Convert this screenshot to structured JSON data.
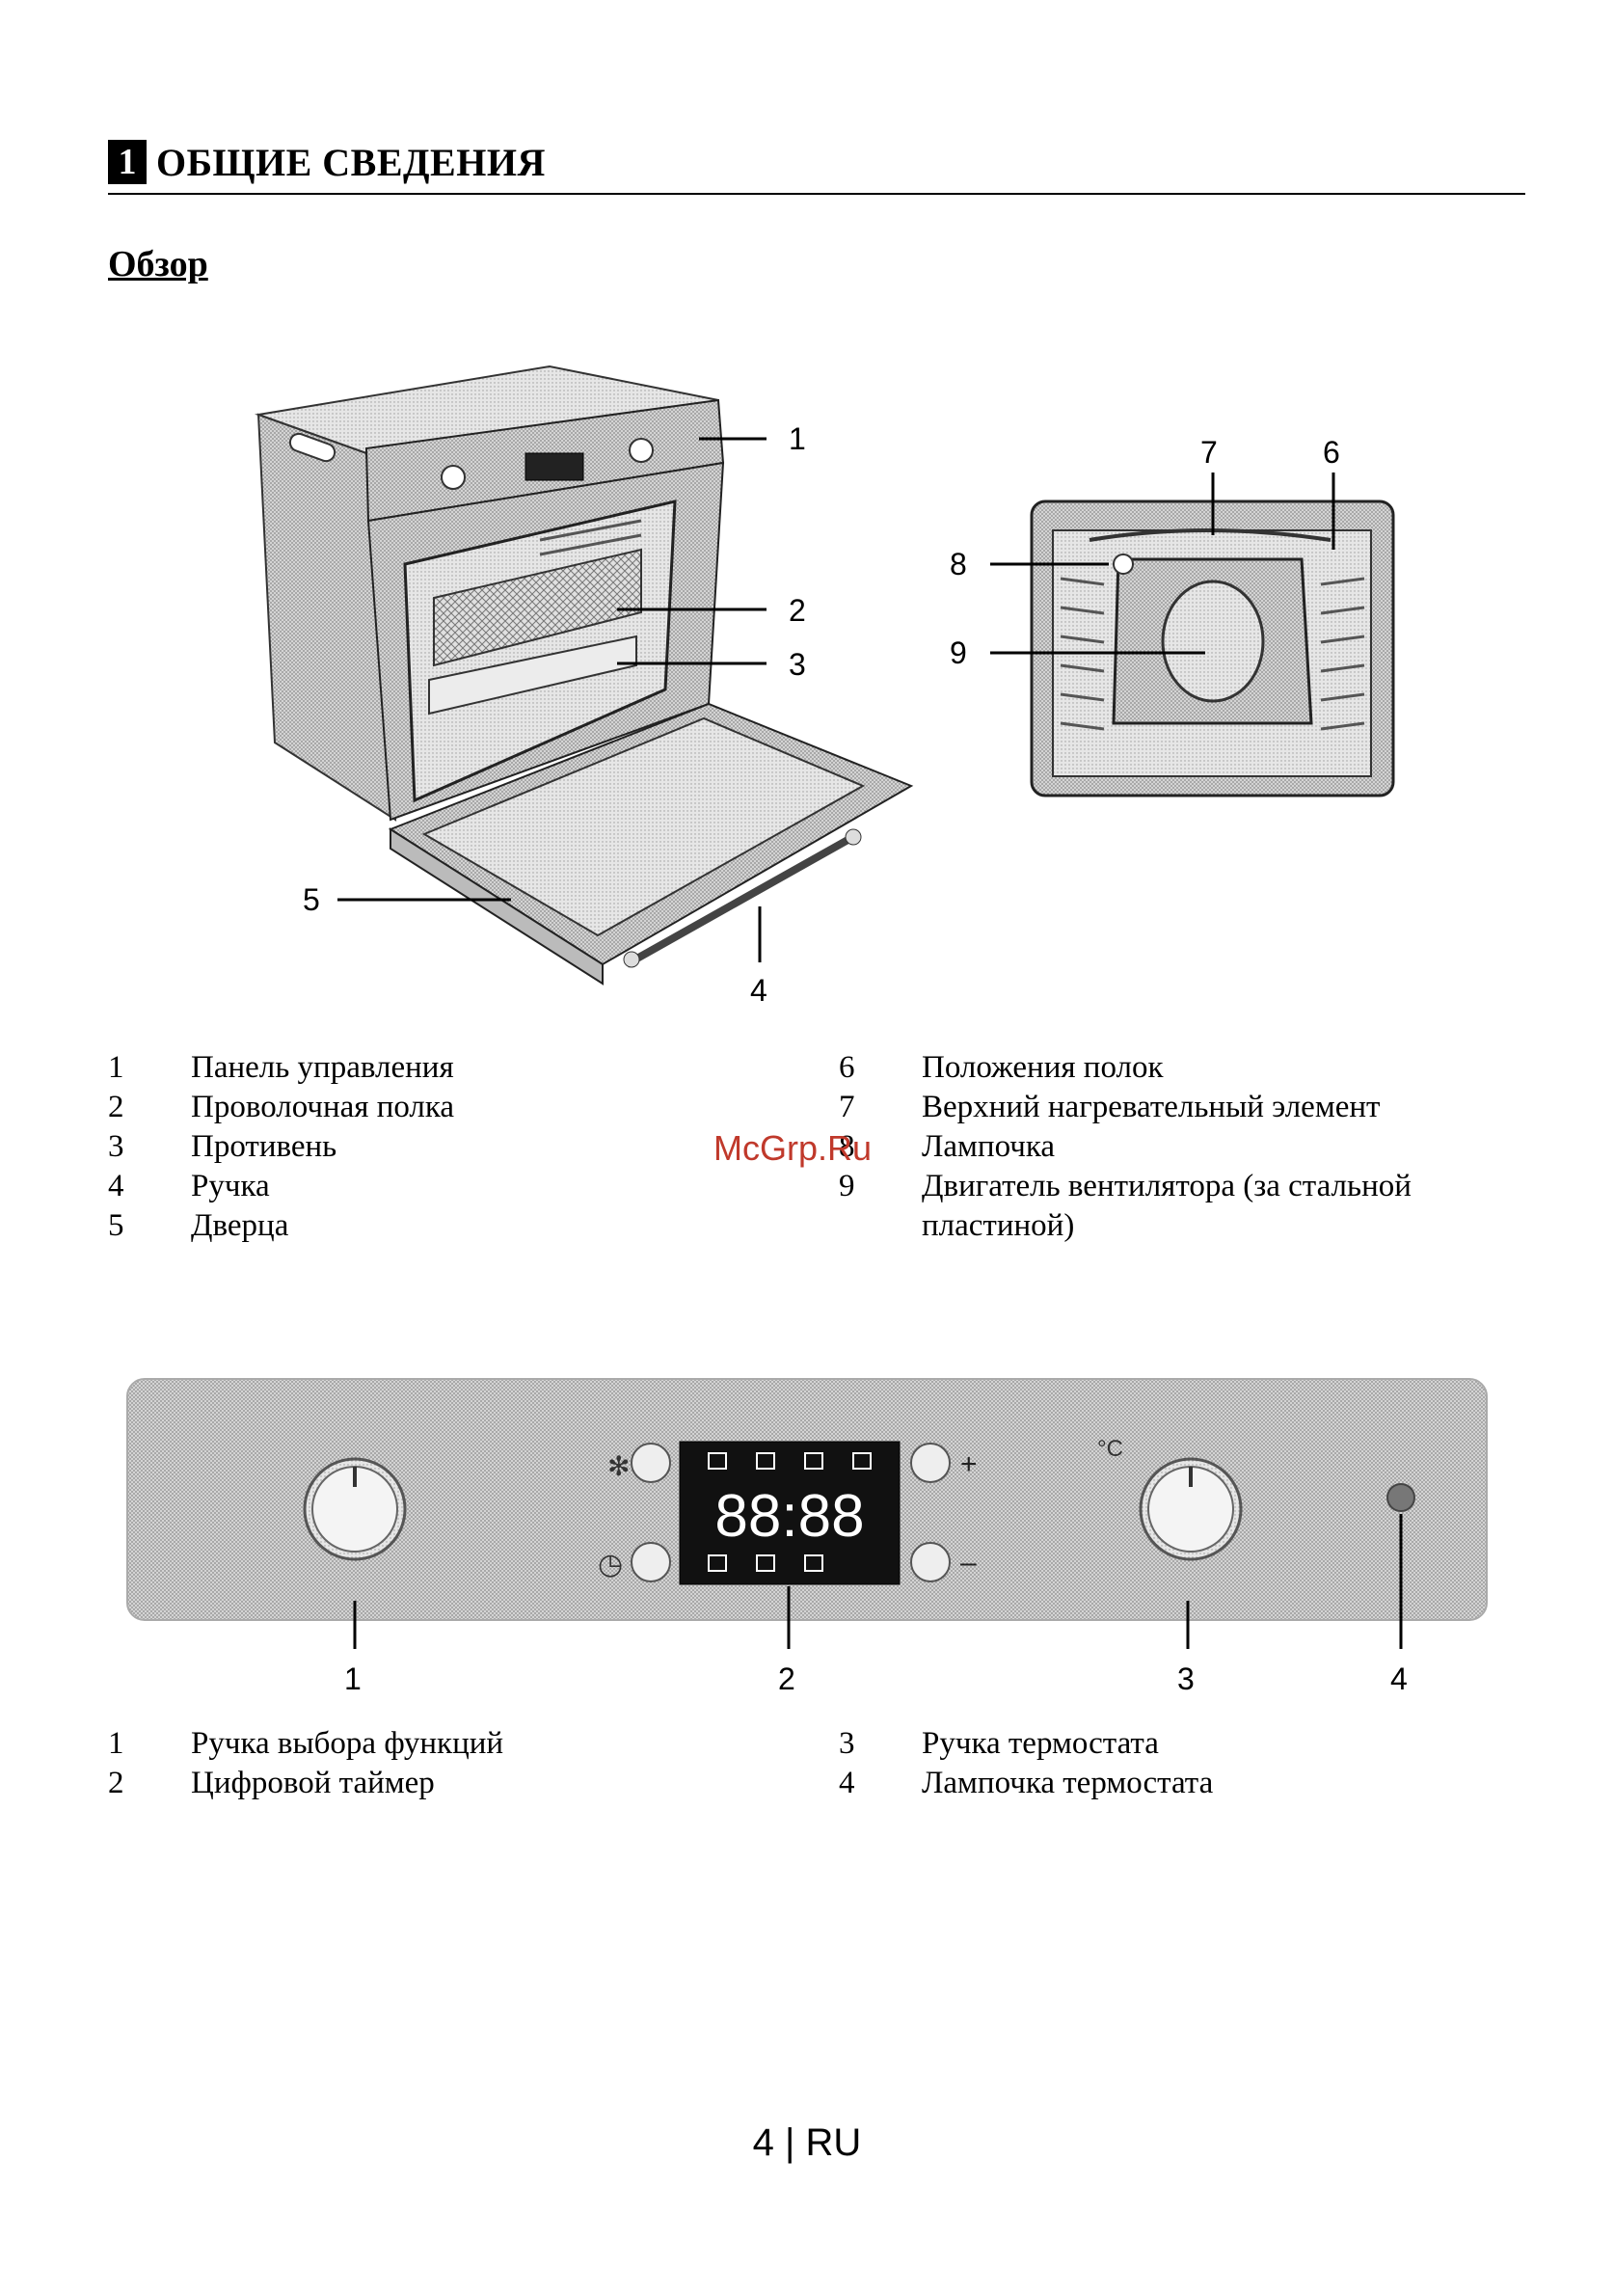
{
  "header": {
    "section_number": "1",
    "section_title": "ОБЩИЕ СВЕДЕНИЯ"
  },
  "subheading": "Обзор",
  "figure1": {
    "callouts": [
      "1",
      "2",
      "3",
      "4",
      "5",
      "7",
      "6",
      "8",
      "9"
    ]
  },
  "legend1": {
    "left": [
      {
        "num": "1",
        "text": "Панель управления"
      },
      {
        "num": "2",
        "text": "Проволочная полка"
      },
      {
        "num": "3",
        "text": "Противень"
      },
      {
        "num": "4",
        "text": "Ручка"
      },
      {
        "num": "5",
        "text": "Дверца"
      }
    ],
    "right": [
      {
        "num": "6",
        "text": "Положения полок"
      },
      {
        "num": "7",
        "text": "Верхний нагревательный элемент"
      },
      {
        "num": "8",
        "text": "Лампочка"
      },
      {
        "num": "9",
        "text": "Двигатель вентилятора (за стальной\nпластиной)"
      }
    ]
  },
  "watermark": "McGrp.Ru",
  "figure2": {
    "display": "88:88",
    "plus": "+",
    "minus": "–",
    "thermo_unit": "°C",
    "callouts": [
      "1",
      "2",
      "3",
      "4"
    ]
  },
  "legend2": {
    "left": [
      {
        "num": "1",
        "text": "Ручка выбора функций"
      },
      {
        "num": "2",
        "text": "Цифровой таймер"
      }
    ],
    "right": [
      {
        "num": "3",
        "text": "Ручка термостата"
      },
      {
        "num": "4",
        "text": "Лампочка термостата"
      }
    ]
  },
  "footer": {
    "page": "4",
    "lang": "RU",
    "separator": "|"
  }
}
